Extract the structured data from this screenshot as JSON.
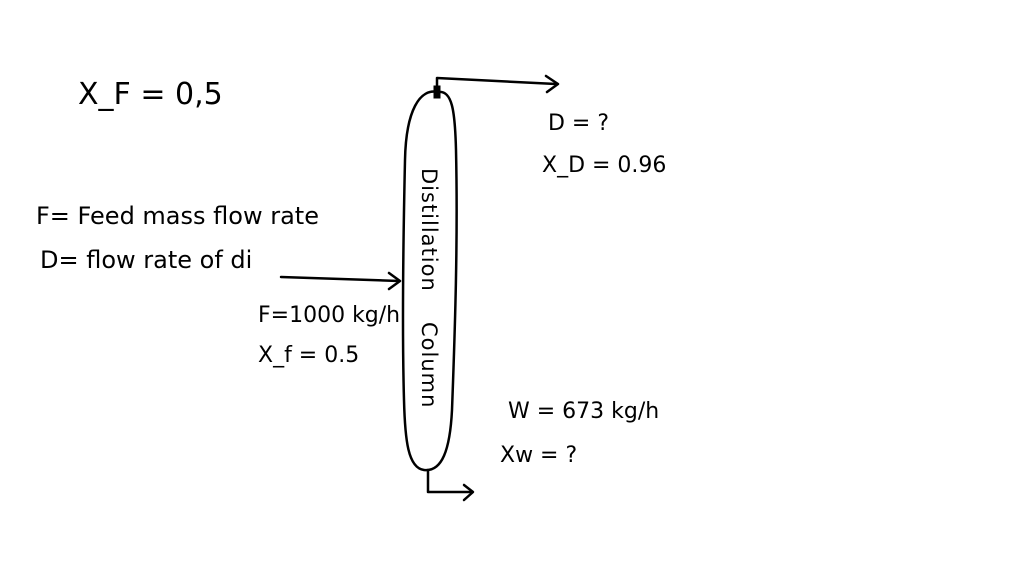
{
  "notes": {
    "xf_top": "X_F = 0,5",
    "def_f": "F= Feed mass flow rate",
    "def_d": "D= flow rate of di"
  },
  "feed": {
    "flow": "F=1000 kg/h",
    "composition": "X_f = 0.5"
  },
  "distillate": {
    "flow": "D = ?",
    "composition": "X_D = 0.96"
  },
  "bottoms": {
    "flow": "W = 673 kg/h",
    "composition": "Xw = ?"
  },
  "column": {
    "label_1": "Distillation",
    "label_2": "Column"
  },
  "colors": {
    "ink": "#000000",
    "background": "#ffffff"
  }
}
